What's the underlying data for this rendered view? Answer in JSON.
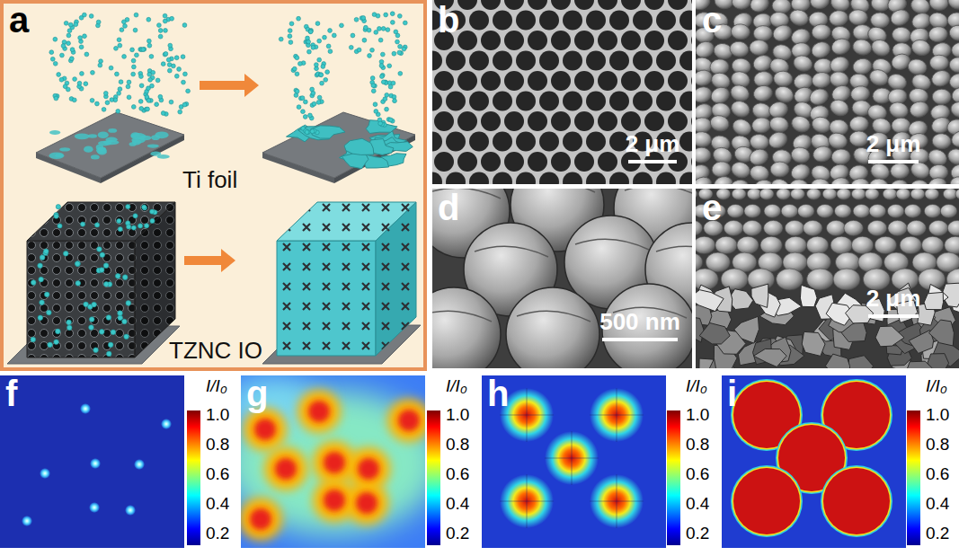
{
  "diagram": {
    "labels": [
      "a",
      "Ti foil",
      "TZNC IO",
      "b",
      "2 μm",
      "c",
      "2 μm",
      "d",
      "500 nm",
      "e",
      "2 μm",
      "f",
      "I/I₀",
      "1.0",
      "0.8",
      "0.6",
      "0.4",
      "0.2",
      "g",
      "I/I₀",
      "1.0",
      "0.8",
      "0.6",
      "0.4",
      "0.2",
      "h",
      "I/I₀",
      "1.0",
      "0.8",
      "0.6",
      "0.4",
      "0.2",
      "i",
      "I/I₀",
      "1.0",
      "0.8",
      "0.6",
      "0.4",
      "0.2"
    ]
  }
}
